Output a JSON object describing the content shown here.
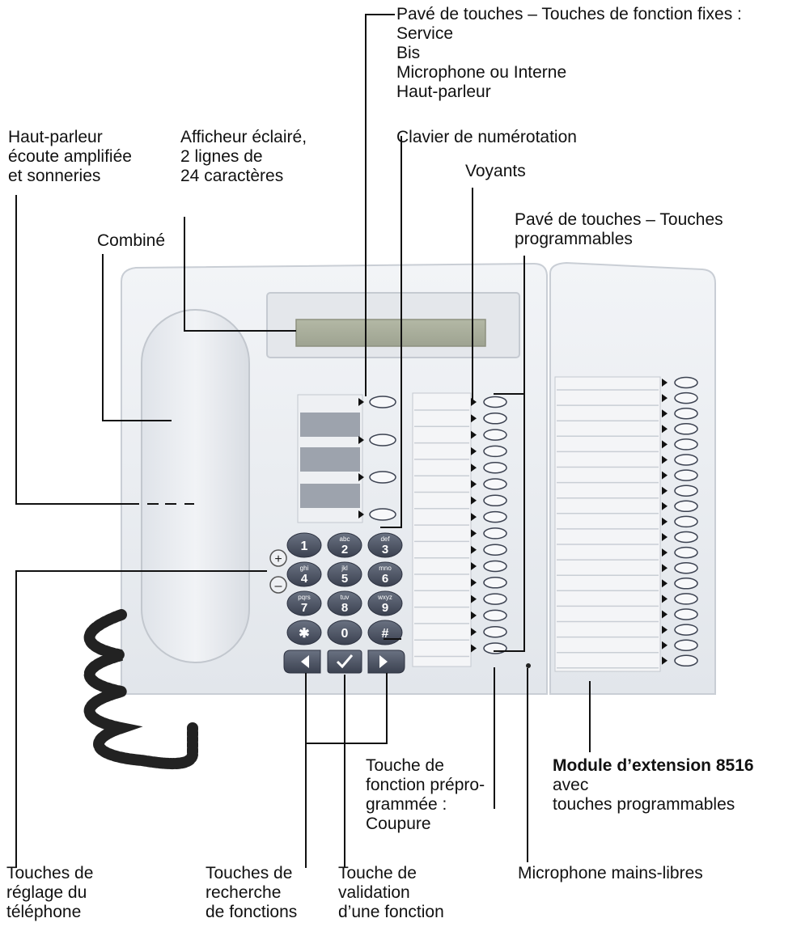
{
  "labels": {
    "function_keys": {
      "title": "Pavé de touches – Touches de fonction fixes :",
      "items": [
        "Service",
        "Bis",
        "Microphone ou Interne",
        "Haut-parleur"
      ]
    },
    "dial_pad": "Clavier de numérotation",
    "speaker": [
      "Haut-parleur",
      "écoute amplifiée",
      "et sonneries"
    ],
    "display": [
      "Afficheur éclairé,",
      "2 lignes de",
      "24 caractères"
    ],
    "leds": "Voyants",
    "prog_keys": [
      "Pavé de touches – Touches",
      "programmables"
    ],
    "handset": "Combiné",
    "mute_key": [
      "Touche de",
      "fonction prépro-",
      "grammée :",
      "Coupure"
    ],
    "module": {
      "title": "Module d’extension 8516",
      "lines": [
        "avec",
        "touches programmables"
      ]
    },
    "adjust_keys": [
      "Touches de",
      "réglage du",
      "téléphone"
    ],
    "search_keys": [
      "Touches de",
      "recherche",
      "de fonctions"
    ],
    "confirm_key": [
      "Touche de",
      "validation",
      "d’une fonction"
    ],
    "microphone": "Microphone mains-libres"
  },
  "keypad": [
    {
      "digit": "1",
      "letters": ""
    },
    {
      "digit": "2",
      "letters": "abc"
    },
    {
      "digit": "3",
      "letters": "def"
    },
    {
      "digit": "4",
      "letters": "ghi"
    },
    {
      "digit": "5",
      "letters": "jkl"
    },
    {
      "digit": "6",
      "letters": "mno"
    },
    {
      "digit": "7",
      "letters": "pqrs"
    },
    {
      "digit": "8",
      "letters": "tuv"
    },
    {
      "digit": "9",
      "letters": "wxyz"
    },
    {
      "digit": "✱",
      "letters": ""
    },
    {
      "digit": "0",
      "letters": ""
    },
    {
      "digit": "#",
      "letters": ""
    }
  ],
  "volume": {
    "plus": "+",
    "minus": "–"
  },
  "colors": {
    "body": "#e9ecf0",
    "body_edge": "#c9ced5",
    "lcd": "#a9ae9a",
    "key_dark": "#4e5566",
    "label_strip": "#9da3ad"
  }
}
